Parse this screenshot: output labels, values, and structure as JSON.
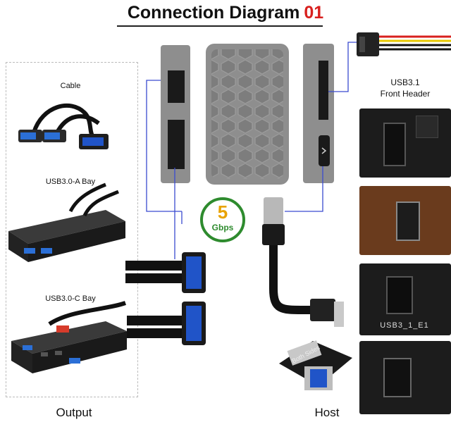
{
  "title": {
    "main": "Connection Diagram",
    "number": "01"
  },
  "left": {
    "cable_label": "Cable",
    "bay_a_label": "USB3.0-A Bay",
    "bay_c_label": "USB3.0-C Bay",
    "output_label": "Output"
  },
  "right": {
    "header_line1": "USB3.1",
    "header_line2": "Front Header",
    "host_label": "Host",
    "board_print": "USB3_1_E1",
    "both_sides": "Both Sides"
  },
  "badge": {
    "speed": "5",
    "unit": "Gbps"
  },
  "colors": {
    "accent": "#d8201e",
    "badge_green": "#2e8b2e",
    "badge_text": "#e8a200",
    "wire": "#3a4bd0",
    "module": "#8e8e8e"
  }
}
